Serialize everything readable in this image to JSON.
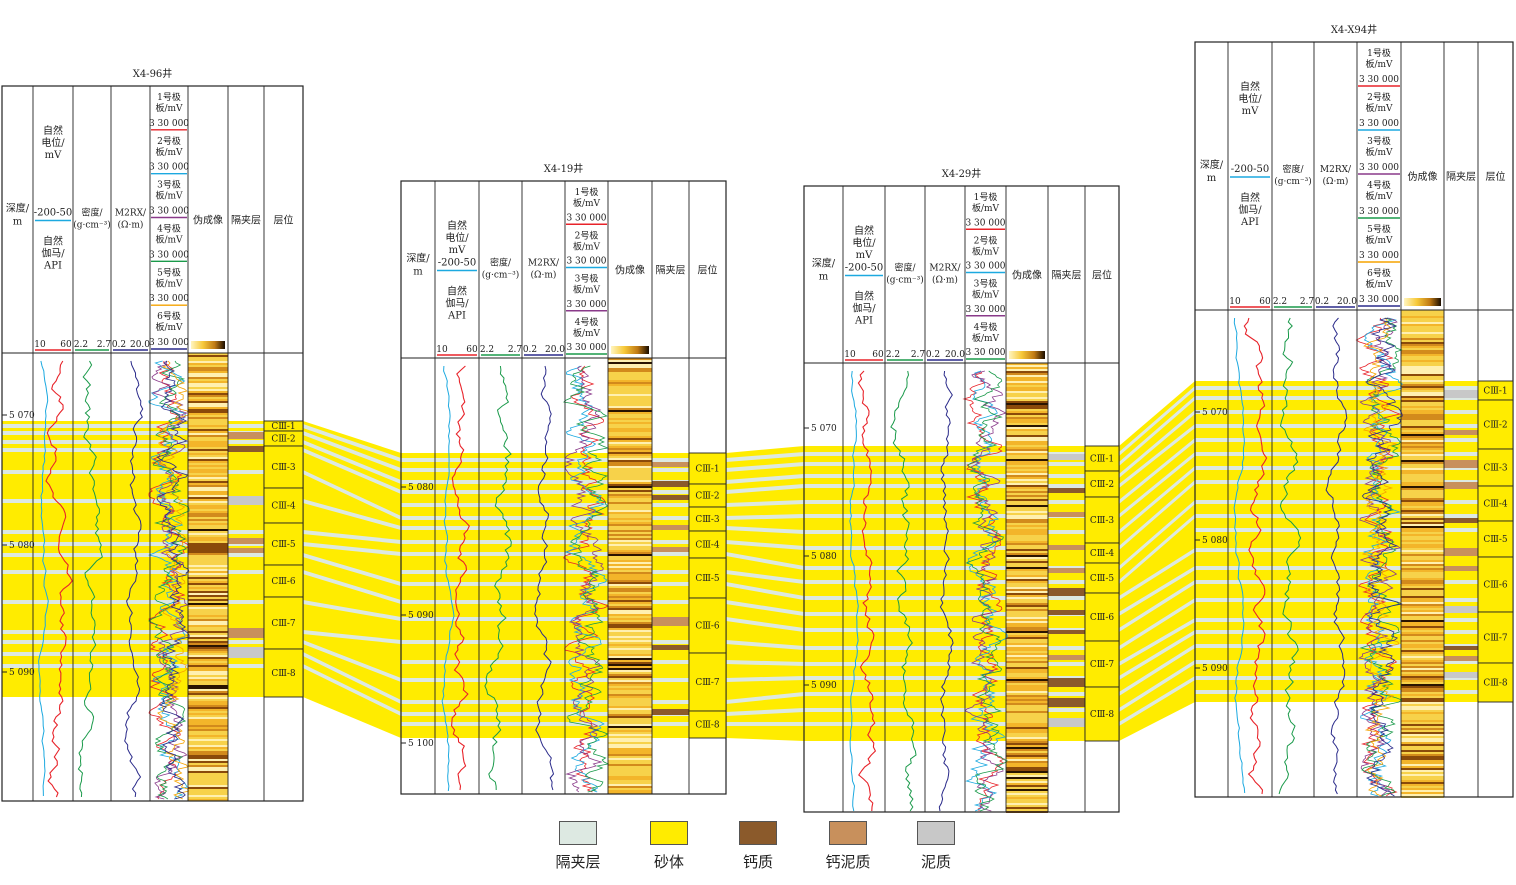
{
  "colors": {
    "sand": "#ffec00",
    "interlayer": "#dde9e2",
    "calcareous": "#8b5a2b",
    "calc_mud": "#c8905c",
    "mud": "#c8c8c8",
    "sp": "#e8232a",
    "gr": "#1ca9e0",
    "den": "#1a9a4a",
    "res": "#2a2a8a",
    "p1": "#e8232a",
    "p2": "#1ca9e0",
    "p3": "#8a3a8a",
    "p4": "#1a9a4a",
    "p5": "#f5a300",
    "p6": "#2a2a8a"
  },
  "headers": {
    "depth": "深度/m",
    "sp": "自然电位/mV",
    "sp_range": "-200-50",
    "gr": "自然伽马/API",
    "gr_range": [
      "10",
      "60"
    ],
    "den": "密度/(g·cm⁻³)",
    "den_range": [
      "2.2",
      "2.7"
    ],
    "res": "M2RX/(Ω·m)",
    "res_range": [
      "0.2",
      "20.0"
    ],
    "plate_suffix": "号极板/mV",
    "plate_range": "3 30 000",
    "image": "伪成像",
    "interlayer": "隔夹层",
    "zone": "层位"
  },
  "wells": [
    {
      "name": "X4-96井",
      "plates": 6,
      "depth_ticks": [
        "5 070",
        "5 080",
        "5 090"
      ],
      "zones": [
        "CⅢ-1",
        "CⅢ-2",
        "CⅢ-3",
        "CⅢ-4",
        "CⅢ-5",
        "CⅢ-6",
        "CⅢ-7",
        "CⅢ-8"
      ]
    },
    {
      "name": "X4-19井",
      "plates": 4,
      "depth_ticks": [
        "5 080",
        "5 090",
        "5 100"
      ],
      "zones": [
        "CⅢ-1",
        "CⅢ-2",
        "CⅢ-3",
        "CⅢ-4",
        "CⅢ-5",
        "CⅢ-6",
        "CⅢ-7",
        "CⅢ-8"
      ]
    },
    {
      "name": "X4-29井",
      "plates": 4,
      "depth_ticks": [
        "5 070",
        "5 080",
        "5 090"
      ],
      "zones": [
        "CⅢ-1",
        "CⅢ-2",
        "CⅢ-3",
        "CⅢ-4",
        "CⅢ-5",
        "CⅢ-6",
        "CⅢ-7",
        "CⅢ-8"
      ]
    },
    {
      "name": "X4-X94井",
      "plates": 6,
      "depth_ticks": [
        "5 070",
        "5 080",
        "5 090"
      ],
      "zones": [
        "CⅢ-1",
        "CⅢ-2",
        "CⅢ-3",
        "CⅢ-4",
        "CⅢ-5",
        "CⅢ-6",
        "CⅢ-7",
        "CⅢ-8"
      ]
    }
  ],
  "legend": [
    {
      "label": "隔夹层",
      "color": "#dde9e2"
    },
    {
      "label": "砂体",
      "color": "#ffec00"
    },
    {
      "label": "钙质",
      "color": "#8b5a2b"
    },
    {
      "label": "钙泥质",
      "color": "#c8905c"
    },
    {
      "label": "泥质",
      "color": "#c8c8c8"
    }
  ]
}
